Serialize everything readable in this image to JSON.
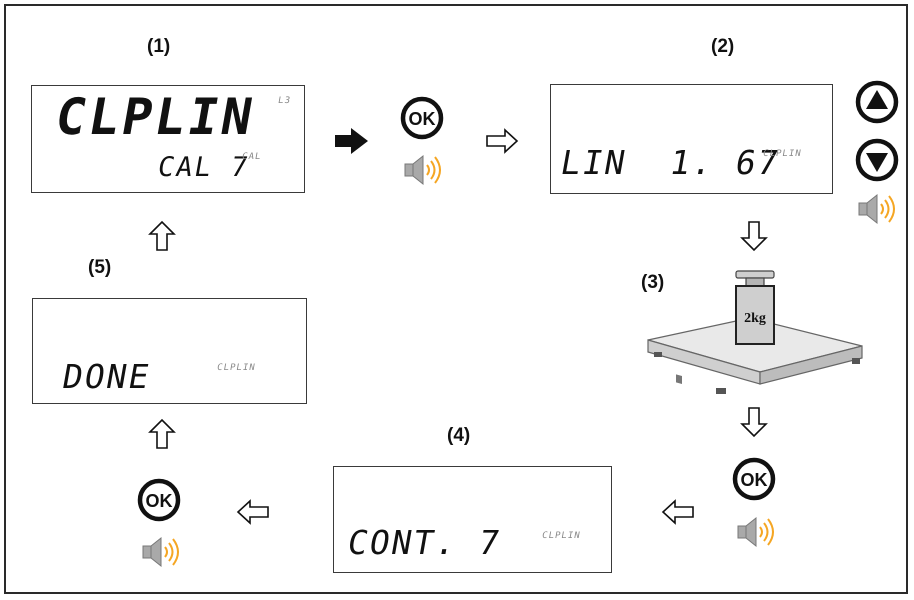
{
  "steps": {
    "s1": "(1)",
    "s2": "(2)",
    "s3": "(3)",
    "s4": "(4)",
    "s5": "(5)"
  },
  "displays": {
    "d1": {
      "main": "CLPLIN",
      "sub": "CAL 7",
      "indicator_top": "L3",
      "indicator_sub": "CAL"
    },
    "d2": {
      "main": "LIN  1. 67",
      "indicator": "CLPLIN"
    },
    "d4": {
      "main": "CONT. 7",
      "indicator": "CLPLIN"
    },
    "d5": {
      "main": "DONE",
      "indicator": "CLPLIN"
    }
  },
  "ok_label": "OK",
  "weight_label": "2kg",
  "colors": {
    "sound_waves": "#f5a623",
    "speaker": "#9a9a9a",
    "arrow_solid": "#111111",
    "arrow_outline": "#111111"
  },
  "icons": [
    "ok-button-icon",
    "speaker-beep-icon",
    "up-key-icon",
    "down-key-icon",
    "weighing-platform-icon",
    "calibration-weight-icon",
    "arrow-right-solid-icon",
    "arrow-right-outline-icon",
    "arrow-down-outline-icon",
    "arrow-left-outline-icon",
    "arrow-up-outline-icon"
  ]
}
